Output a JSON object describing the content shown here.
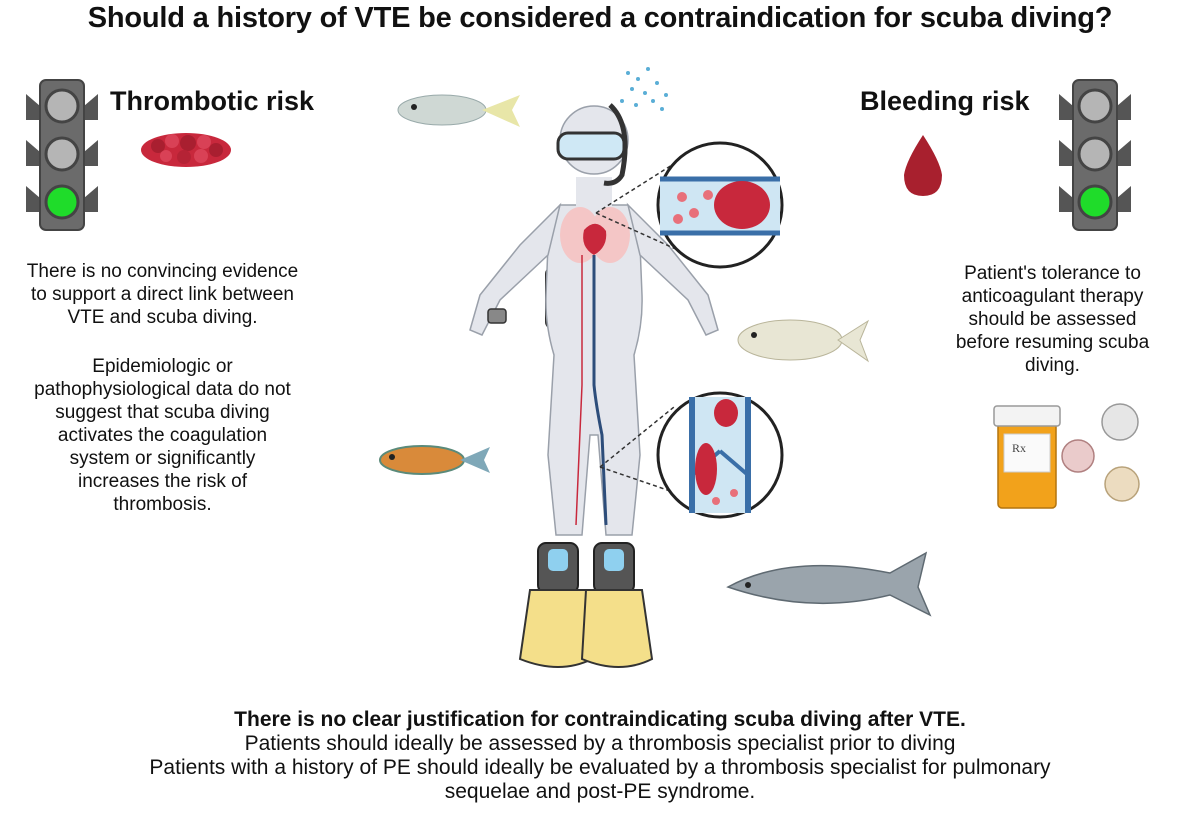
{
  "title": "Should a history of VTE be considered a contraindication for scuba diving?",
  "left_panel": {
    "heading": "Thrombotic risk",
    "traffic_light_active": "green",
    "paragraph1": [
      "There is no convincing evidence",
      "to support a direct link between",
      "VTE and scuba diving."
    ],
    "paragraph2": [
      "Epidemiologic or",
      "pathophysiological data do not",
      "suggest that scuba diving",
      "activates the coagulation",
      "system or significantly",
      "increases the risk of",
      "thrombosis."
    ]
  },
  "right_panel": {
    "heading": "Bleeding risk",
    "traffic_light_active": "green",
    "paragraph": [
      "Patient's tolerance to",
      "anticoagulant therapy",
      "should be assessed",
      "before resuming scuba",
      "diving."
    ]
  },
  "conclusion": {
    "headline": "There is no clear justification for contraindicating scuba diving after VTE.",
    "line1": "Patients should ideally be assessed by a thrombosis specialist prior to diving",
    "line2": "Patients with a history of PE should ideally be evaluated by a thrombosis specialist for pulmonary",
    "line3": "sequelae and post-PE syndrome."
  },
  "pill_bottle_label": "Rx",
  "icons": [
    "traffic-light-icon",
    "blood-clot-icon",
    "blood-drop-icon",
    "diver-figure",
    "fish-icon",
    "pill-bottle-icon",
    "pill-icon",
    "fins-icon"
  ],
  "colors": {
    "green_light": "#1fdc2a",
    "grey_light": "#b5b5b5",
    "clot_red": "#c8283c",
    "blood_drop": "#a8202e",
    "tank_orange": "#f2a21b",
    "fin_yellow": "#f4df8a"
  }
}
